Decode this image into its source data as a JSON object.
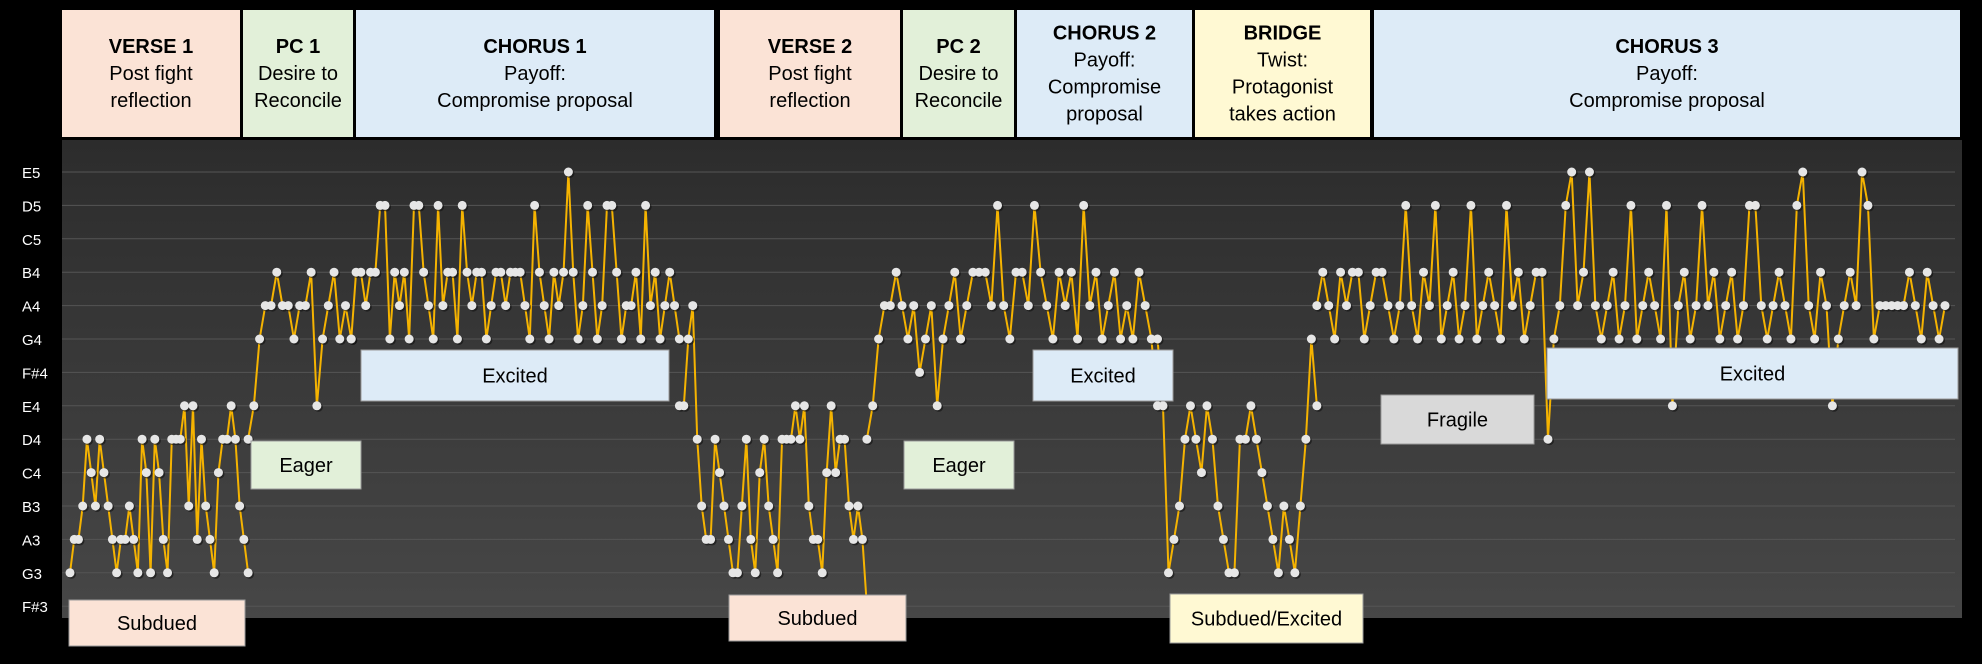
{
  "sections": [
    {
      "lines": [
        "VERSE 1",
        "Post fight",
        "reflection"
      ],
      "color": "#FBE3D6"
    },
    {
      "lines": [
        "PC 1",
        "Desire to",
        "Reconcile"
      ],
      "color": "#E2F0D9"
    },
    {
      "lines": [
        "CHORUS 1",
        "Payoff:",
        "Compromise proposal"
      ],
      "color": "#DDEBF7"
    },
    {
      "lines": [
        "VERSE 2",
        "Post fight",
        "reflection"
      ],
      "color": "#FBE3D6"
    },
    {
      "lines": [
        "PC 2",
        "Desire to",
        "Reconcile"
      ],
      "color": "#E2F0D9"
    },
    {
      "lines": [
        "CHORUS 2",
        "Payoff:",
        "Compromise",
        "proposal"
      ],
      "color": "#DDEBF7"
    },
    {
      "lines": [
        "BRIDGE",
        "Twist:",
        "Protagonist",
        "takes action"
      ],
      "color": "#FFF9D3"
    },
    {
      "lines": [
        "CHORUS 3",
        "Payoff:",
        "Compromise proposal"
      ],
      "color": "#DDEBF7"
    }
  ],
  "mood_labels": [
    {
      "text": "Subdued",
      "color": "#FBE3D6"
    },
    {
      "text": "Eager",
      "color": "#E2F0D9"
    },
    {
      "text": "Excited",
      "color": "#DDEBF7"
    },
    {
      "text": "Subdued",
      "color": "#FBE3D6"
    },
    {
      "text": "Eager",
      "color": "#E2F0D9"
    },
    {
      "text": "Excited",
      "color": "#DDEBF7"
    },
    {
      "text": "Subdued/Excited",
      "color": "#FFF9D3"
    },
    {
      "text": "Fragile",
      "color": "#D9D9D9"
    },
    {
      "text": "Excited",
      "color": "#DDEBF7"
    }
  ],
  "colors": {
    "line": "#F5B301",
    "point": "#E6E6E6",
    "grid": "#555555",
    "axis_text": "#FFFFFF"
  },
  "chart_data": {
    "type": "line",
    "y_categories": [
      "F#3",
      "G3",
      "A3",
      "B3",
      "C4",
      "D4",
      "E4",
      "F#4",
      "G4",
      "A4",
      "B4",
      "C5",
      "D5",
      "E5"
    ],
    "x_range": [
      0,
      1
    ],
    "segments": [
      {
        "section": "VERSE 1",
        "x_range": [
          0.0,
          0.095
        ],
        "values": [
          "G3",
          "A3",
          "A3",
          "B3",
          "D4",
          "C4",
          "B3",
          "D4",
          "C4",
          "B3",
          "A3",
          "G3",
          "A3",
          "A3",
          "B3",
          "A3",
          "G3",
          "D4",
          "C4",
          "G3",
          "D4",
          "C4",
          "A3",
          "G3",
          "D4",
          "D4",
          "D4",
          "E4",
          "B3",
          "E4",
          "A3",
          "D4",
          "B3",
          "A3",
          "G3",
          "C4",
          "D4",
          "D4",
          "E4",
          "D4",
          "B3",
          "A3",
          "G3"
        ]
      },
      {
        "section": "PC 1",
        "x_range": [
          0.095,
          0.15
        ],
        "values": [
          "D4",
          "E4",
          "G4",
          "A4",
          "A4",
          "B4",
          "A4",
          "A4",
          "G4",
          "A4",
          "A4",
          "B4",
          "E4",
          "G4",
          "A4",
          "B4",
          "G4",
          "A4",
          "G4"
        ]
      },
      {
        "section": "CHORUS 1",
        "x_range": [
          0.15,
          0.325
        ],
        "values": [
          "G4",
          "B4",
          "B4",
          "A4",
          "B4",
          "B4",
          "D5",
          "D5",
          "G4",
          "B4",
          "A4",
          "B4",
          "G4",
          "D5",
          "D5",
          "B4",
          "A4",
          "G4",
          "D5",
          "A4",
          "B4",
          "B4",
          "G4",
          "D5",
          "B4",
          "A4",
          "B4",
          "B4",
          "G4",
          "A4",
          "B4",
          "B4",
          "A4",
          "B4",
          "B4",
          "B4",
          "A4",
          "G4",
          "D5",
          "B4",
          "A4",
          "G4",
          "B4",
          "A4",
          "B4",
          "E5",
          "B4",
          "G4",
          "A4",
          "D5",
          "B4",
          "G4",
          "A4",
          "D5",
          "D5",
          "B4",
          "G4",
          "A4",
          "A4",
          "B4",
          "G4",
          "D5",
          "A4",
          "B4",
          "G4",
          "A4",
          "B4",
          "A4",
          "G4"
        ]
      },
      {
        "section": "VERSE 2",
        "x_range": [
          0.325,
          0.425
        ],
        "values": [
          "E4",
          "E4",
          "G4",
          "A4",
          "D4",
          "B3",
          "A3",
          "A3",
          "D4",
          "C4",
          "B3",
          "A3",
          "G3",
          "G3",
          "B3",
          "D4",
          "A3",
          "G3",
          "C4",
          "D4",
          "B3",
          "A3",
          "G3",
          "D4",
          "D4",
          "D4",
          "E4",
          "D4",
          "E4",
          "B3",
          "A3",
          "A3",
          "G3",
          "C4",
          "E4",
          "C4",
          "D4",
          "D4",
          "B3",
          "A3",
          "B3",
          "A3",
          "F#3"
        ]
      },
      {
        "section": "PC 2",
        "x_range": [
          0.425,
          0.475
        ],
        "values": [
          "D4",
          "E4",
          "G4",
          "A4",
          "A4",
          "B4",
          "A4",
          "G4",
          "A4",
          "F#4",
          "G4",
          "A4",
          "E4",
          "G4",
          "A4",
          "B4",
          "G4"
        ]
      },
      {
        "section": "CHORUS 2",
        "x_range": [
          0.475,
          0.58
        ],
        "values": [
          "G4",
          "A4",
          "B4",
          "B4",
          "B4",
          "A4",
          "D5",
          "A4",
          "G4",
          "B4",
          "B4",
          "A4",
          "D5",
          "B4",
          "A4",
          "G4",
          "B4",
          "A4",
          "B4",
          "G4",
          "D5",
          "A4",
          "B4",
          "G4",
          "A4",
          "B4",
          "G4",
          "A4",
          "G4",
          "B4",
          "A4",
          "G4",
          "E4"
        ]
      },
      {
        "section": "BRIDGE",
        "x_range": [
          0.58,
          0.665
        ],
        "values": [
          "G4",
          "E4",
          "G3",
          "A3",
          "B3",
          "D4",
          "E4",
          "D4",
          "C4",
          "E4",
          "D4",
          "B3",
          "A3",
          "G3",
          "G3",
          "D4",
          "D4",
          "E4",
          "D4",
          "C4",
          "B3",
          "A3",
          "G3",
          "B3",
          "A3",
          "G3",
          "B3",
          "D4",
          "G4",
          "E4"
        ]
      },
      {
        "section": "CHORUS 3",
        "x_range": [
          0.665,
          1.0
        ],
        "values": [
          "A4",
          "B4",
          "A4",
          "G4",
          "B4",
          "A4",
          "B4",
          "B4",
          "G4",
          "A4",
          "B4",
          "B4",
          "A4",
          "G4",
          "A4",
          "D5",
          "A4",
          "G4",
          "B4",
          "A4",
          "D5",
          "G4",
          "A4",
          "B4",
          "G4",
          "A4",
          "D5",
          "G4",
          "A4",
          "B4",
          "A4",
          "G4",
          "D5",
          "A4",
          "B4",
          "G4",
          "A4",
          "B4",
          "B4",
          "D4",
          "G4",
          "A4",
          "D5",
          "E5",
          "A4",
          "B4",
          "E5",
          "A4",
          "G4",
          "A4",
          "B4",
          "G4",
          "A4",
          "D5",
          "G4",
          "A4",
          "B4",
          "A4",
          "G4",
          "D5",
          "E4",
          "A4",
          "B4",
          "G4",
          "A4",
          "D5",
          "A4",
          "B4",
          "G4",
          "A4",
          "B4",
          "G4",
          "A4",
          "D5",
          "D5",
          "A4",
          "G4",
          "A4",
          "B4",
          "A4",
          "G4",
          "D5",
          "E5",
          "A4",
          "G4",
          "B4",
          "A4",
          "E4",
          "G4",
          "A4",
          "B4",
          "A4",
          "E5",
          "D5",
          "G4",
          "A4",
          "A4",
          "A4",
          "A4",
          "A4",
          "B4",
          "A4",
          "G4",
          "B4",
          "A4",
          "G4",
          "A4"
        ]
      }
    ]
  }
}
